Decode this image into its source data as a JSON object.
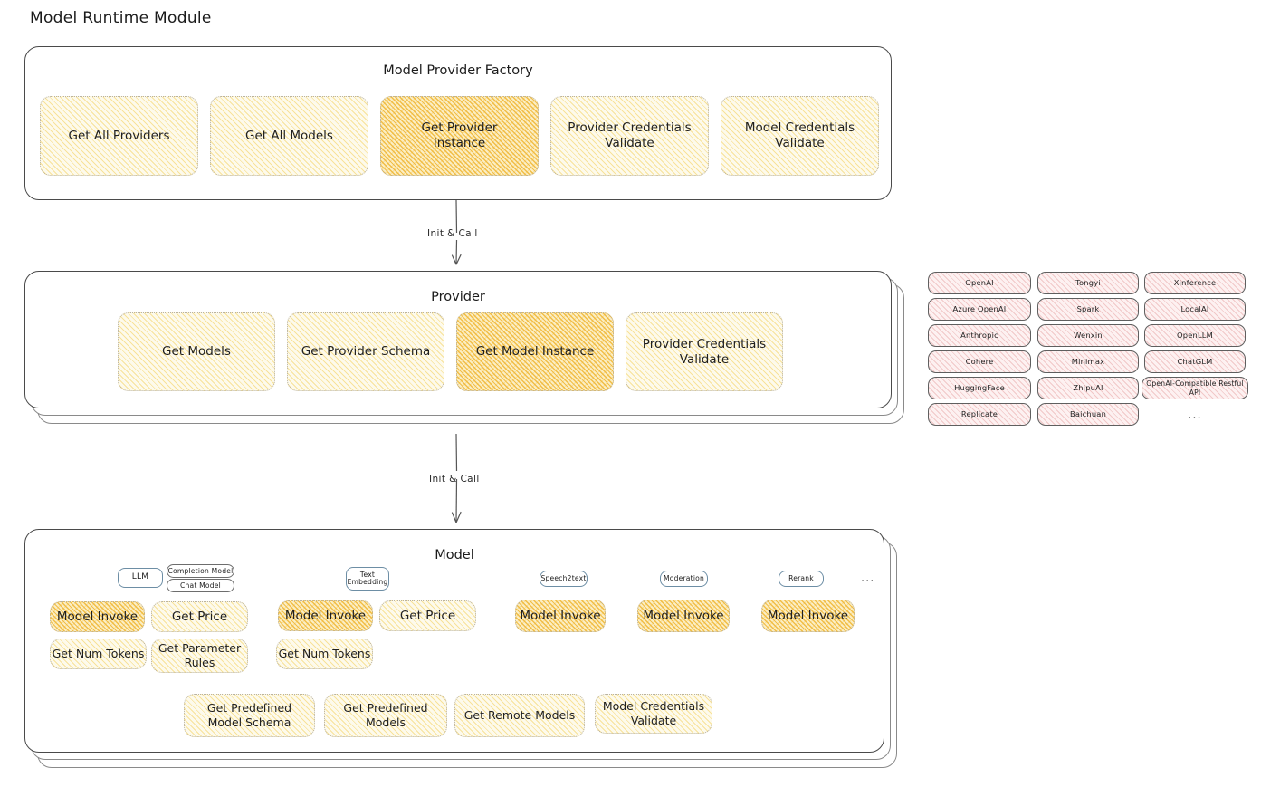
{
  "page": {
    "title": "Model Runtime Module",
    "background": "#ffffff",
    "accent_yellow": "#fdfaec",
    "accent_yellow_strong": "#fbeec4",
    "accent_pink": "#fdf1f1",
    "accent_blue": "#eaf4fb"
  },
  "sections": [
    {
      "id": "model-provider-factory",
      "title": "Model Provider Factory",
      "methods": [
        {
          "label": "Get All Providers",
          "highlighted": false
        },
        {
          "label": "Get All Models",
          "highlighted": false
        },
        {
          "label": "Get Provider Instance",
          "highlighted": true
        },
        {
          "label": "Provider Credentials Validate",
          "highlighted": false
        },
        {
          "label": "Model Credentials Validate",
          "highlighted": false
        }
      ]
    },
    {
      "id": "provider",
      "title": "Provider",
      "stacked_layers": 2,
      "methods": [
        {
          "label": "Get Models",
          "highlighted": false
        },
        {
          "label": "Get Provider Schema",
          "highlighted": false
        },
        {
          "label": "Get Model Instance",
          "highlighted": true
        },
        {
          "label": "Provider Credentials Validate",
          "highlighted": false
        }
      ]
    },
    {
      "id": "model",
      "title": "Model",
      "stacked_layers": 2,
      "shared_methods": [
        {
          "label": "Get Predefined Model Schema"
        },
        {
          "label": "Get Predefined Models"
        },
        {
          "label": "Get Remote Models"
        },
        {
          "label": "Model Credentials Validate"
        }
      ],
      "ellipsis": "...",
      "model_types": [
        {
          "badge": "LLM",
          "badge_style": "blue",
          "sub_badges": [
            "Completion Model",
            "Chat Model"
          ],
          "methods": [
            {
              "label": "Model Invoke",
              "highlighted": true
            },
            {
              "label": "Get Price",
              "highlighted": false
            },
            {
              "label": "Get Num Tokens",
              "highlighted": false
            },
            {
              "label": "Get Parameter Rules",
              "highlighted": false
            }
          ]
        },
        {
          "badge": "Text Embedding",
          "badge_style": "blue",
          "sub_badges": [],
          "methods": [
            {
              "label": "Model Invoke",
              "highlighted": true
            },
            {
              "label": "Get Price",
              "highlighted": false
            },
            {
              "label": "Get Num Tokens",
              "highlighted": false
            }
          ]
        },
        {
          "badge": "Speech2text",
          "badge_style": "blue",
          "sub_badges": [],
          "methods": [
            {
              "label": "Model Invoke",
              "highlighted": true
            }
          ]
        },
        {
          "badge": "Moderation",
          "badge_style": "blue",
          "sub_badges": [],
          "methods": [
            {
              "label": "Model Invoke",
              "highlighted": true
            }
          ]
        },
        {
          "badge": "Rerank",
          "badge_style": "blue",
          "sub_badges": [],
          "methods": [
            {
              "label": "Model Invoke",
              "highlighted": true
            }
          ]
        }
      ]
    }
  ],
  "arrows": [
    {
      "id": "factory-to-provider",
      "label": "Init & Call"
    },
    {
      "id": "provider-to-model",
      "label": "Init & Call"
    }
  ],
  "provider_list": {
    "ellipsis": "...",
    "columns": [
      [
        "OpenAI",
        "Azure OpenAI",
        "Anthropic",
        "Cohere",
        "HuggingFace",
        "Replicate"
      ],
      [
        "Tongyi",
        "Spark",
        "Wenxin",
        "Minimax",
        "ZhipuAI",
        "Baichuan"
      ],
      [
        "Xinference",
        "LocalAI",
        "OpenLLM",
        "ChatGLM",
        "OpenAI-Compatible Restful API"
      ]
    ]
  }
}
